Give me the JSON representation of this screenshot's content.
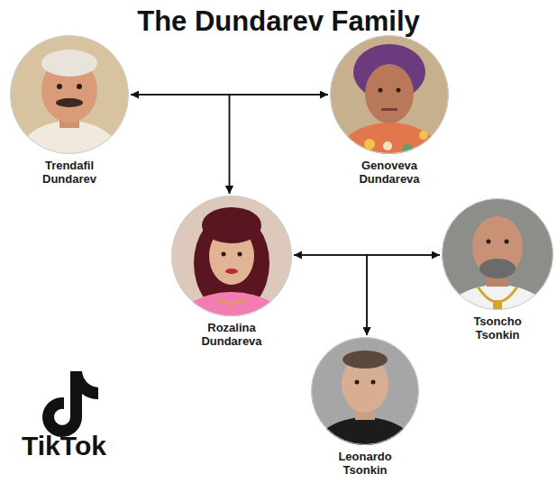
{
  "diagram": {
    "title": "The Dundarev Family",
    "nodes": [
      {
        "text": [
          "Trendafil Dundarev"
        ]
      },
      {
        "text": [
          "Genoveva Dundareva"
        ]
      },
      {
        "text": [
          "Rozalina Dundareva"
        ]
      },
      {
        "text": [
          "Tsoncho Tsonkin"
        ]
      },
      {
        "text": [
          "Leonardo Tsonkin"
        ]
      }
    ],
    "edges": [
      {
        "from": 0,
        "to": 1,
        "arrow": "both"
      },
      {
        "from": 0,
        "to": 2,
        "arrow": "to"
      },
      {
        "from": 1,
        "to": 2,
        "arrow": "to"
      },
      {
        "from": 2,
        "to": 3,
        "arrow": "both"
      },
      {
        "from": 2,
        "to": 4,
        "arrow": "to"
      },
      {
        "from": 3,
        "to": 4,
        "arrow": "to"
      }
    ],
    "labels": [
      "TikTok"
    ]
  }
}
